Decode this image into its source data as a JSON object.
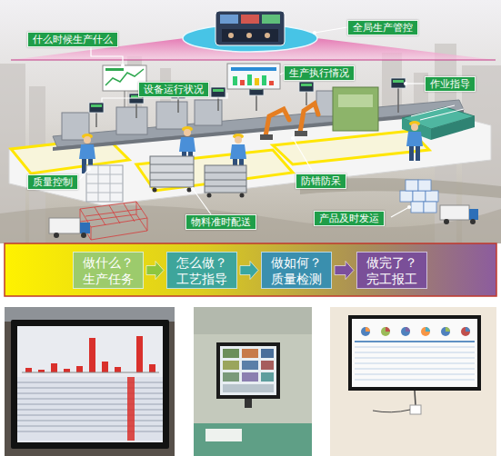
{
  "diagram": {
    "nodes": [
      {
        "text": [
          "什么时候生产什么"
        ]
      },
      {
        "text": [
          "全局生产管控"
        ]
      },
      {
        "text": [
          "设备运行状况"
        ]
      },
      {
        "text": [
          "生产执行情况"
        ]
      },
      {
        "text": [
          "作业指导"
        ]
      },
      {
        "text": [
          "质量控制"
        ]
      },
      {
        "text": [
          "防错防呆"
        ]
      },
      {
        "text": [
          "物料准时配送"
        ]
      },
      {
        "text": [
          "产品及时发运"
        ]
      },
      {
        "text": [
          "做什么？ 生产任务"
        ]
      },
      {
        "text": [
          "怎么做？ 工艺指导"
        ]
      },
      {
        "text": [
          "做如何？ 质量检测"
        ]
      },
      {
        "text": [
          "做完了？ 完工报工"
        ]
      }
    ],
    "edges": [
      {
        "from": 9,
        "to": 10,
        "arrow": "to"
      },
      {
        "from": 10,
        "to": 11,
        "arrow": "to"
      },
      {
        "from": 11,
        "to": 12,
        "arrow": "to"
      }
    ]
  }
}
